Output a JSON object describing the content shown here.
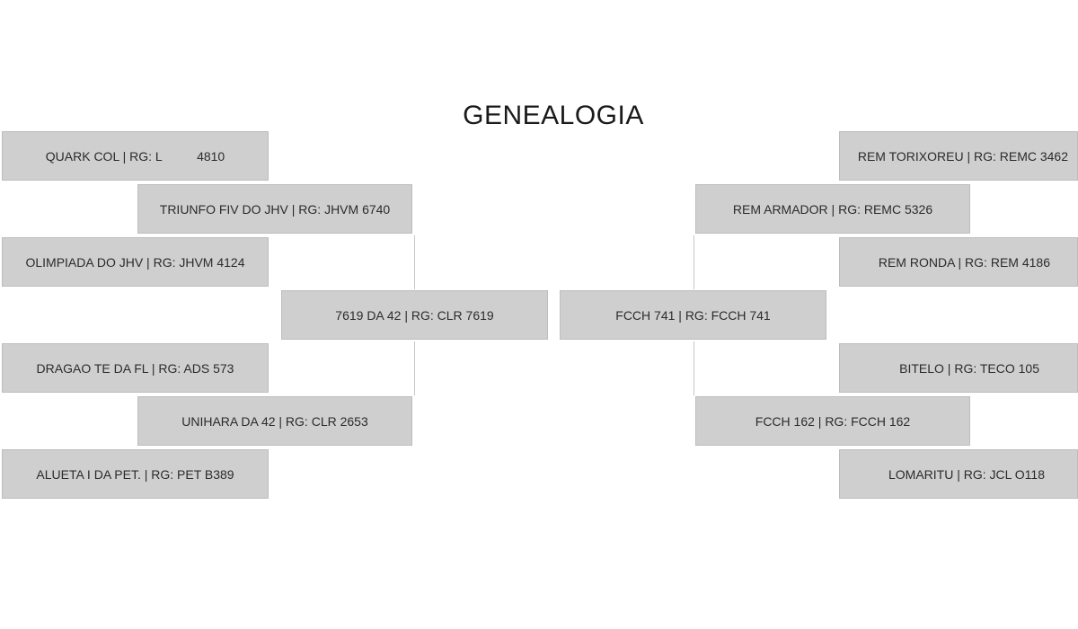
{
  "title": "GENEALOGIA",
  "sire_side": {
    "subject": "7619 DA 42 | RG: CLR 7619",
    "sire": "TRIUNFO FIV DO JHV | RG: JHVM 6740",
    "dam": "UNIHARA DA 42 | RG: CLR 2653",
    "sire_sire": "QUARK COL | RG: L          4810",
    "sire_dam": "OLIMPIADA DO JHV | RG: JHVM 4124",
    "dam_sire": "DRAGAO TE DA FL | RG: ADS 573",
    "dam_dam": "ALUETA I DA PET. | RG: PET B389"
  },
  "dam_side": {
    "subject": "FCCH 741 | RG: FCCH 741",
    "sire": "REM ARMADOR | RG: REMC 5326",
    "dam": "FCCH 162 | RG: FCCH 162",
    "sire_sire": "REM TORIXOREU | RG: REMC 3462",
    "sire_dam": "REM RONDA | RG: REM 4186",
    "dam_sire": "BITELO | RG: TECO 105",
    "dam_dam": "LOMARITU | RG: JCL O118"
  },
  "colors": {
    "node_fill": "#cfcfcf",
    "node_border": "#bdbdbd",
    "line": "#c6c6c6",
    "text": "#2b2b2b"
  }
}
